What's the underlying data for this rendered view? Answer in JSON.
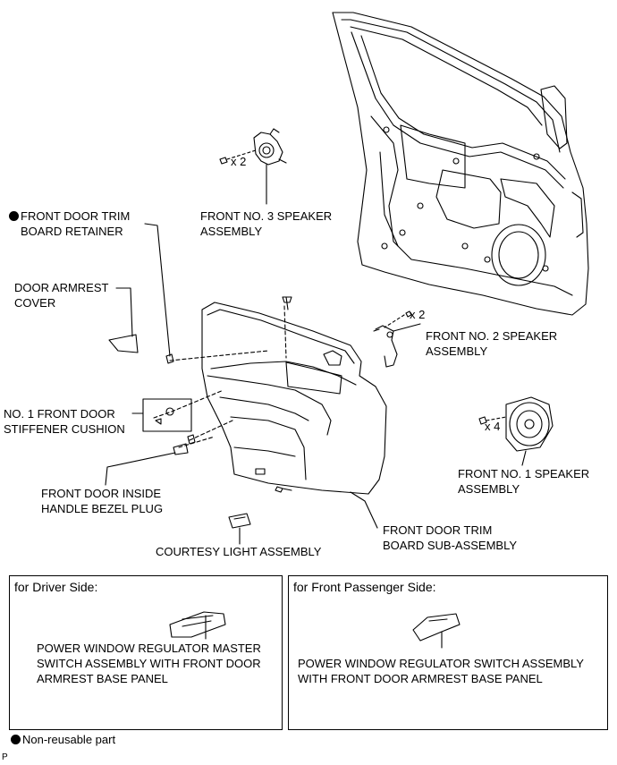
{
  "labels": {
    "retainer": [
      "FRONT DOOR TRIM",
      "BOARD RETAINER"
    ],
    "speaker3": [
      "FRONT NO. 3 SPEAKER",
      "ASSEMBLY"
    ],
    "armrest_cover": [
      "DOOR ARMREST",
      "COVER"
    ],
    "speaker2": [
      "FRONT NO. 2 SPEAKER",
      "ASSEMBLY"
    ],
    "stiffener": [
      "NO. 1 FRONT DOOR",
      "STIFFENER CUSHION"
    ],
    "speaker1": [
      "FRONT NO. 1 SPEAKER",
      "ASSEMBLY"
    ],
    "bezel_plug": [
      "FRONT DOOR INSIDE",
      "HANDLE BEZEL PLUG"
    ],
    "trim_board": [
      "FRONT DOOR TRIM",
      "BOARD SUB-ASSEMBLY"
    ],
    "courtesy": "COURTESY LIGHT ASSEMBLY"
  },
  "quantities": {
    "speaker3_screws": "x 2",
    "speaker2_screws": "x 2",
    "speaker1_screws": "x 4"
  },
  "driver_box": {
    "header": "for Driver Side:",
    "label": [
      "POWER WINDOW REGULATOR MASTER",
      "SWITCH ASSEMBLY WITH FRONT DOOR",
      "ARMREST BASE PANEL"
    ]
  },
  "passenger_box": {
    "header": "for Front Passenger Side:",
    "label": [
      "POWER WINDOW REGULATOR SWITCH ASSEMBLY",
      "WITH FRONT DOOR ARMREST BASE PANEL"
    ]
  },
  "legend": "Non-reusable part",
  "corner_mark": "P"
}
